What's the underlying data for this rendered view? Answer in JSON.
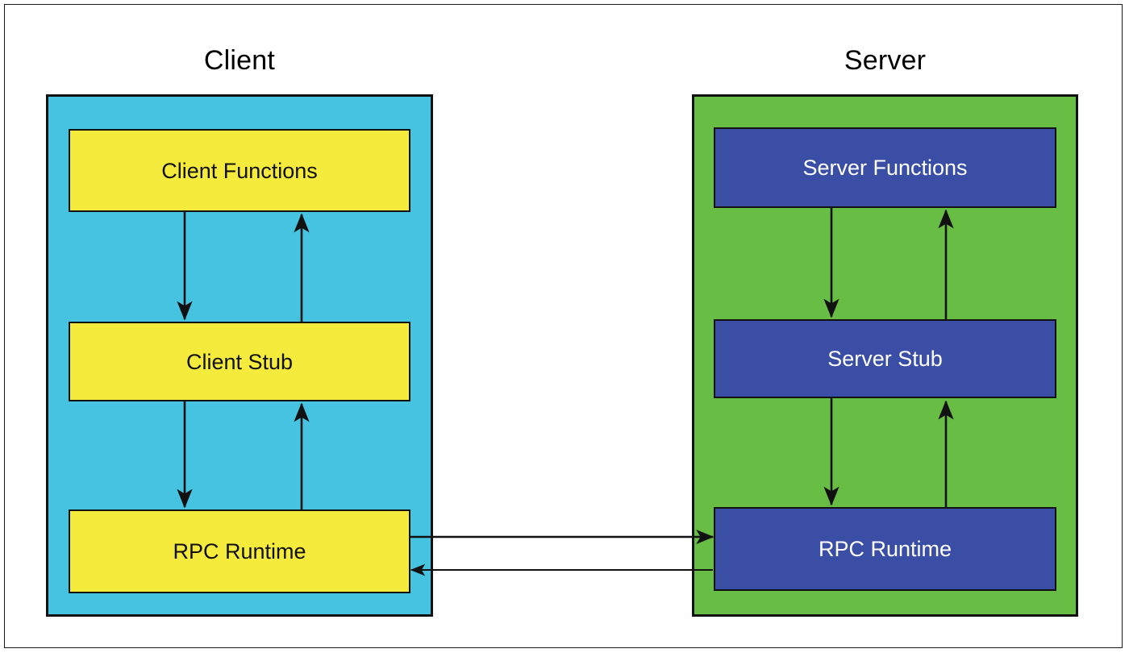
{
  "diagram": {
    "title_client": "Client",
    "title_server": "Server",
    "colors": {
      "client_panel": "#45c3e0",
      "server_panel": "#68bd45",
      "client_block": "#f5eb3c",
      "server_block": "#3b4ea5",
      "stroke": "#111111",
      "page_background": "#ffffff",
      "client_block_text": "#111111",
      "server_block_text": "#ffffff"
    }
  },
  "client": {
    "label": "Client",
    "blocks": [
      {
        "id": "client-functions",
        "label": "Client Functions"
      },
      {
        "id": "client-stub",
        "label": "Client Stub"
      },
      {
        "id": "client-rpc",
        "label": "RPC Runtime"
      }
    ]
  },
  "server": {
    "label": "Server",
    "blocks": [
      {
        "id": "server-functions",
        "label": "Server Functions"
      },
      {
        "id": "server-stub",
        "label": "Server Stub"
      },
      {
        "id": "server-rpc",
        "label": "RPC Runtime"
      }
    ]
  },
  "connectors": [
    {
      "name": "client-functions-to-client-stub",
      "direction": "down"
    },
    {
      "name": "client-stub-to-client-functions",
      "direction": "up"
    },
    {
      "name": "client-stub-to-client-rpc",
      "direction": "down"
    },
    {
      "name": "client-rpc-to-client-stub",
      "direction": "up"
    },
    {
      "name": "server-functions-to-server-stub",
      "direction": "down"
    },
    {
      "name": "server-stub-to-server-functions",
      "direction": "up"
    },
    {
      "name": "server-stub-to-server-rpc",
      "direction": "down"
    },
    {
      "name": "server-rpc-to-server-stub",
      "direction": "up"
    },
    {
      "name": "client-rpc-to-server-rpc",
      "direction": "right"
    },
    {
      "name": "server-rpc-to-client-rpc",
      "direction": "left"
    }
  ]
}
